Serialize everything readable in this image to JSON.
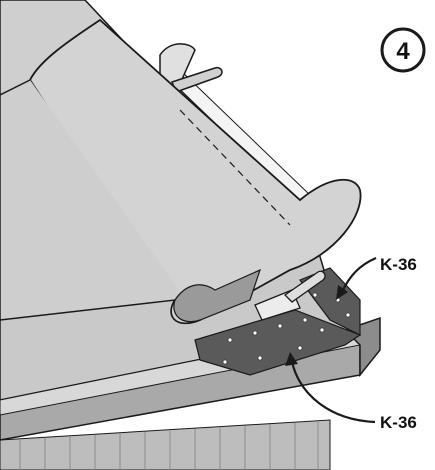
{
  "step_number": "4",
  "callouts": [
    {
      "text": "K-36"
    },
    {
      "text": "K-36"
    }
  ],
  "colors": {
    "roof": "#c9c9c9",
    "roof_dark": "#b7b7b7",
    "membrane": "#d3d3d3",
    "membrane_shadow": "#9a9a9a",
    "adhesive": "#5a5a5a",
    "fascia": "#a9a9a9",
    "fascia_dark": "#8c8c8c",
    "siding": "#bdbdbd",
    "outline": "#1a1a1a",
    "paper": "#ffffff"
  },
  "icons": {
    "trowel": "trowel-icon",
    "pitch_fork_tool": "roofing-tool-icon"
  }
}
